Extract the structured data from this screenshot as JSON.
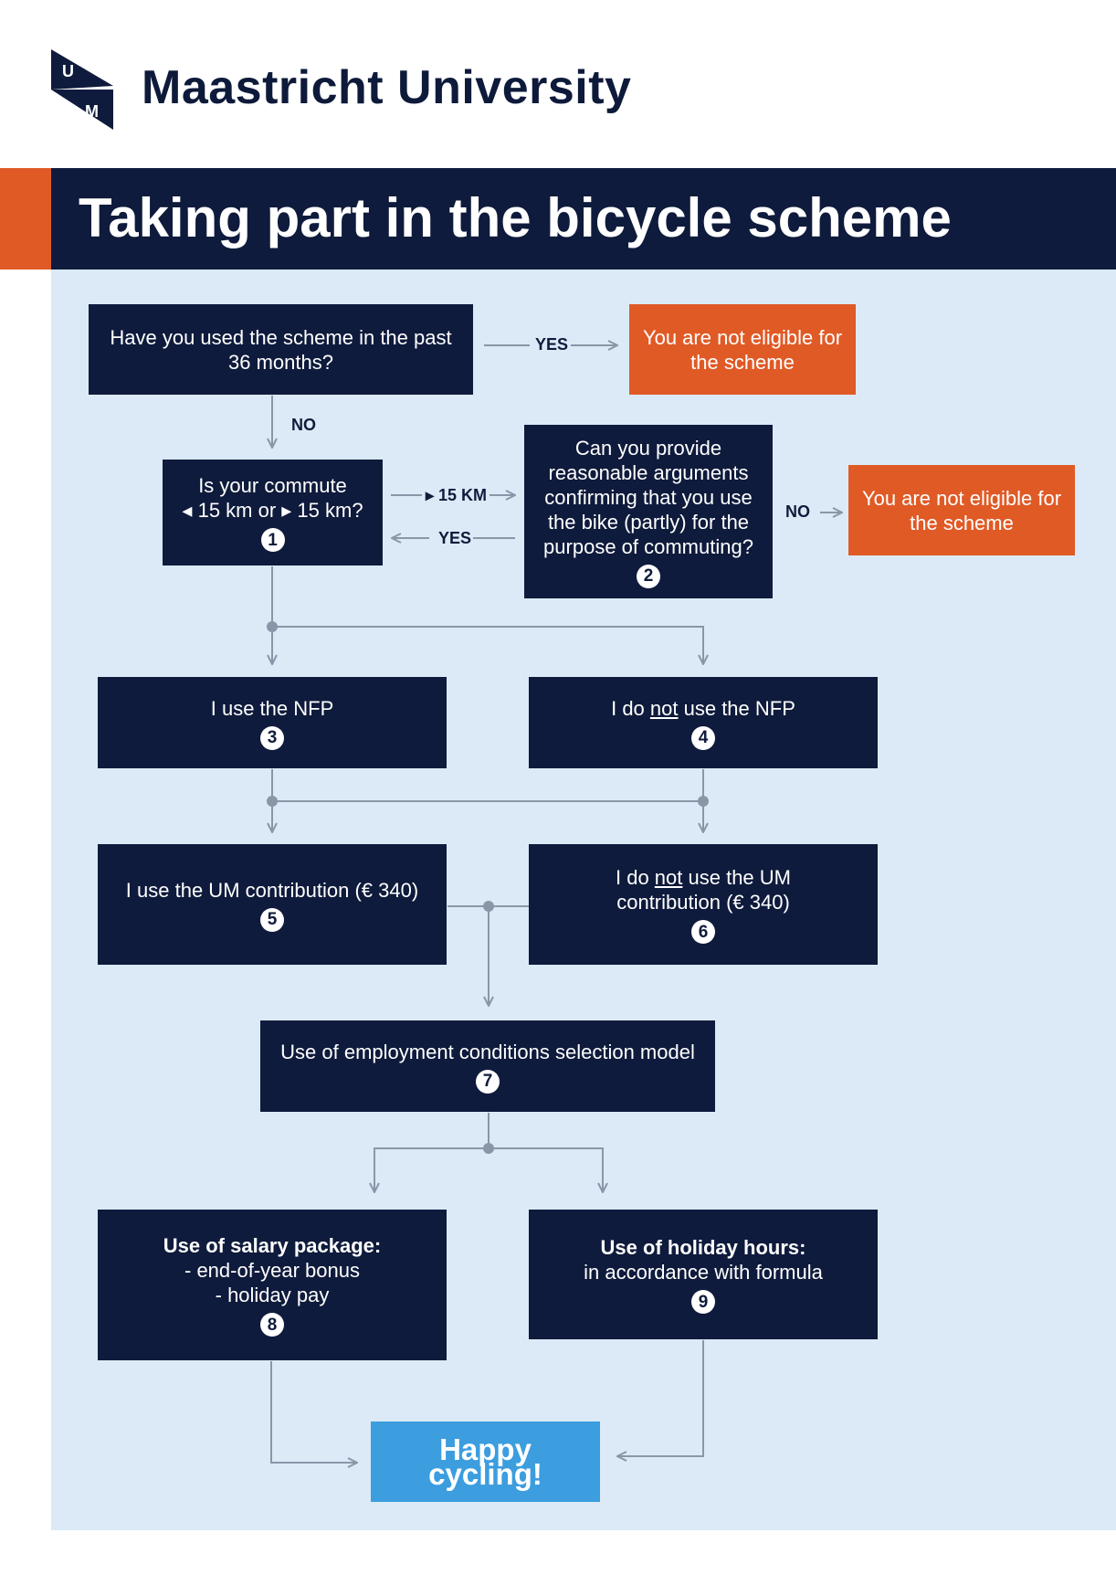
{
  "header": {
    "logo_letters": [
      "U",
      "M"
    ],
    "university": "Maastricht University",
    "title": "Taking part in the bicycle scheme"
  },
  "colors": {
    "navy": "#0f1b3c",
    "orange": "#e05a26",
    "light_blue_bg": "#dbeaf6",
    "happy_blue": "#3c9ddf",
    "connector": "#8a96a8"
  },
  "flow": {
    "q_past": "Have you used the scheme in the past 36 months?",
    "not_eligible_1": "You are not eligible for the scheme",
    "q_commute": {
      "line1": "Is your commute",
      "line2": "◂ 15 km or ▸ 15 km?",
      "number": "1"
    },
    "q_arguments": {
      "text": "Can you provide reasonable arguments confirming that you use the bike (partly) for the purpose of commuting?",
      "number": "2"
    },
    "not_eligible_2": "You are not eligible for the scheme",
    "nfp_yes": {
      "text": "I use the NFP",
      "number": "3"
    },
    "nfp_no": {
      "pre": "I do ",
      "underlined": "not",
      "post": " use the NFP",
      "number": "4"
    },
    "um_yes": {
      "text": "I use the UM contribution (€ 340)",
      "number": "5"
    },
    "um_no": {
      "pre": "I do ",
      "underlined": "not",
      "post": " use the UM contribution (€ 340)",
      "number": "6"
    },
    "selection_model": {
      "text": "Use of employment conditions selection model",
      "number": "7"
    },
    "salary": {
      "heading": "Use of salary package:",
      "item1": "- end-of-year bonus",
      "item2": "- holiday pay",
      "number": "8"
    },
    "holiday": {
      "heading": "Use of holiday hours:",
      "text": "in accordance with formula",
      "number": "9"
    },
    "end": "Happy cycling!"
  },
  "labels": {
    "yes_1": "YES",
    "no_1": "NO",
    "km": "▸ 15 KM",
    "yes_2": "YES",
    "no_2": "NO"
  }
}
